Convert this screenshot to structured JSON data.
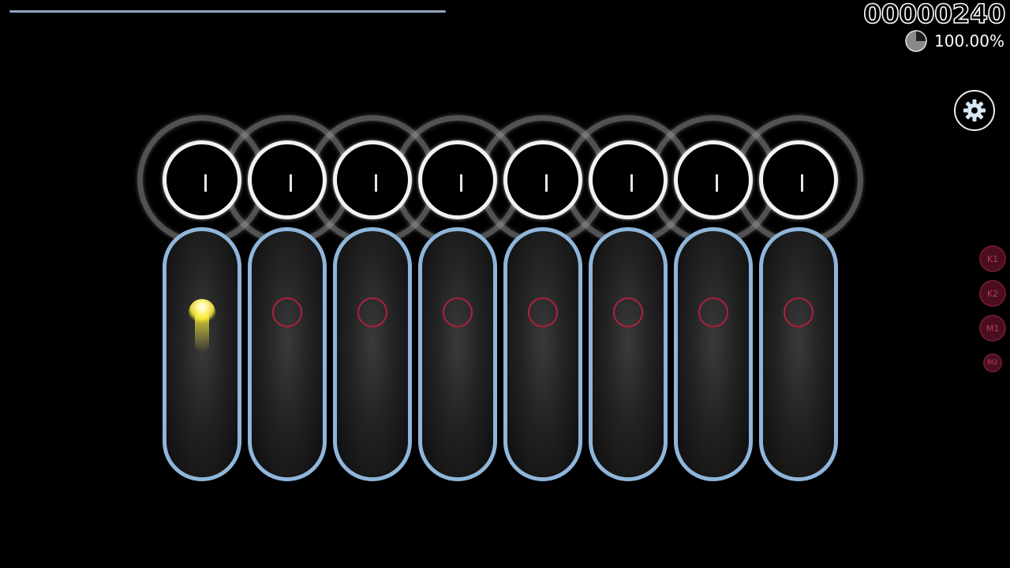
{
  "hud": {
    "score": "00000240",
    "accuracy": "100.00%",
    "progress_fraction": 0.44,
    "icons": {
      "accuracy": "pie-chart-icon",
      "settings": "gear-icon"
    }
  },
  "lanes": {
    "count": 8,
    "active_lane": 0
  },
  "key_overlay": {
    "keys": [
      {
        "label": "K1"
      },
      {
        "label": "K2"
      },
      {
        "label": "M1"
      },
      {
        "label": "M2"
      }
    ]
  },
  "colors": {
    "lane_border": "#8fb6da",
    "target_ring": "#b0203c",
    "cursor": "#fff23a",
    "progress": "#8fa4bd"
  }
}
